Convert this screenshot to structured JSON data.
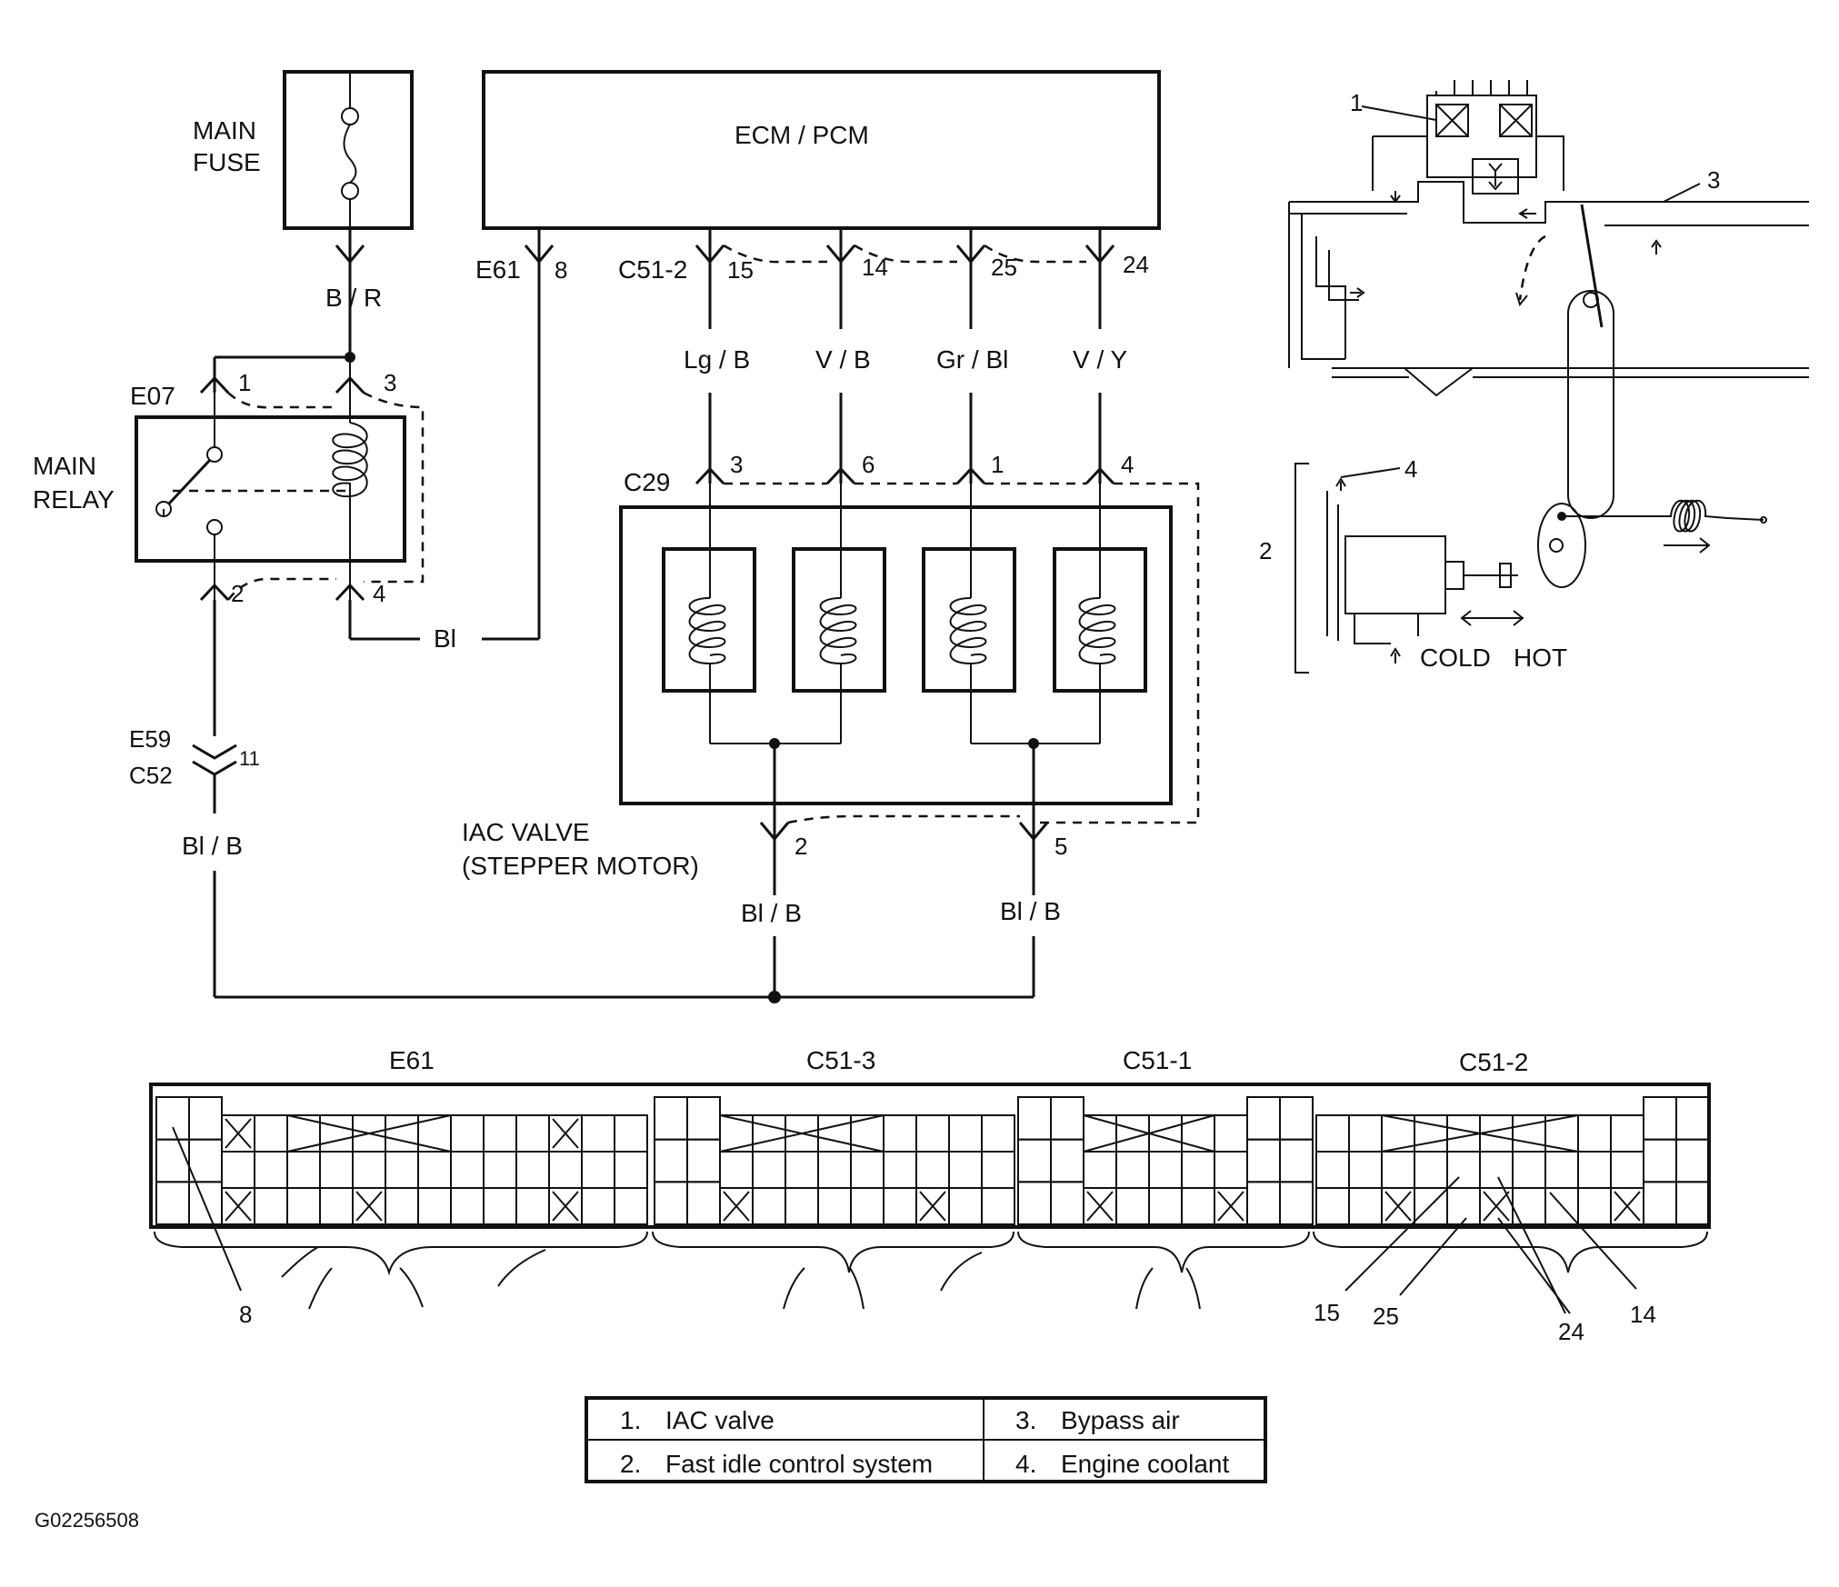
{
  "main_fuse": {
    "line1": "MAIN",
    "line2": "FUSE"
  },
  "ecm": {
    "label": "ECM / PCM"
  },
  "fuse_wire": "B / R",
  "relay": {
    "connector": "E07",
    "line1": "MAIN",
    "line2": "RELAY",
    "pins": [
      "1",
      "3",
      "2",
      "4"
    ]
  },
  "ecm_pins": {
    "e61": "E61",
    "e61_pin": "8",
    "c51_2": "C51-2",
    "p15": "15",
    "p14": "14",
    "p25": "25",
    "p24": "24"
  },
  "wires": {
    "w1": "Lg / B",
    "w2": "V / B",
    "w3": "Gr / Bl",
    "w4": "V / Y",
    "bl": "Bl",
    "blb_left": "Bl / B",
    "blb_mid": "Bl / B",
    "blb_right": "Bl / B"
  },
  "iac": {
    "connector": "C29",
    "pins": [
      "3",
      "6",
      "1",
      "4"
    ],
    "bottom_pins": [
      "2",
      "5"
    ],
    "line1": "IAC VALVE",
    "line2": "(STEPPER MOTOR)"
  },
  "joint": {
    "top": "E59",
    "bottom": "C52",
    "pin": "11"
  },
  "mech": {
    "n1": "1",
    "n2": "2",
    "n3": "3",
    "n4": "4",
    "cold": "COLD",
    "hot": "HOT"
  },
  "connectors": {
    "labels": [
      "E61",
      "C51-3",
      "C51-1",
      "C51-2"
    ],
    "pin_callouts": {
      "p8": "8",
      "p15": "15",
      "p25": "25",
      "p24": "24",
      "p14": "14"
    }
  },
  "legend": [
    {
      "num": "1.",
      "text": "IAC valve"
    },
    {
      "num": "3.",
      "text": "Bypass air"
    },
    {
      "num": "2.",
      "text": "Fast idle control system"
    },
    {
      "num": "4.",
      "text": "Engine coolant"
    }
  ],
  "figure_id": "G02256508"
}
